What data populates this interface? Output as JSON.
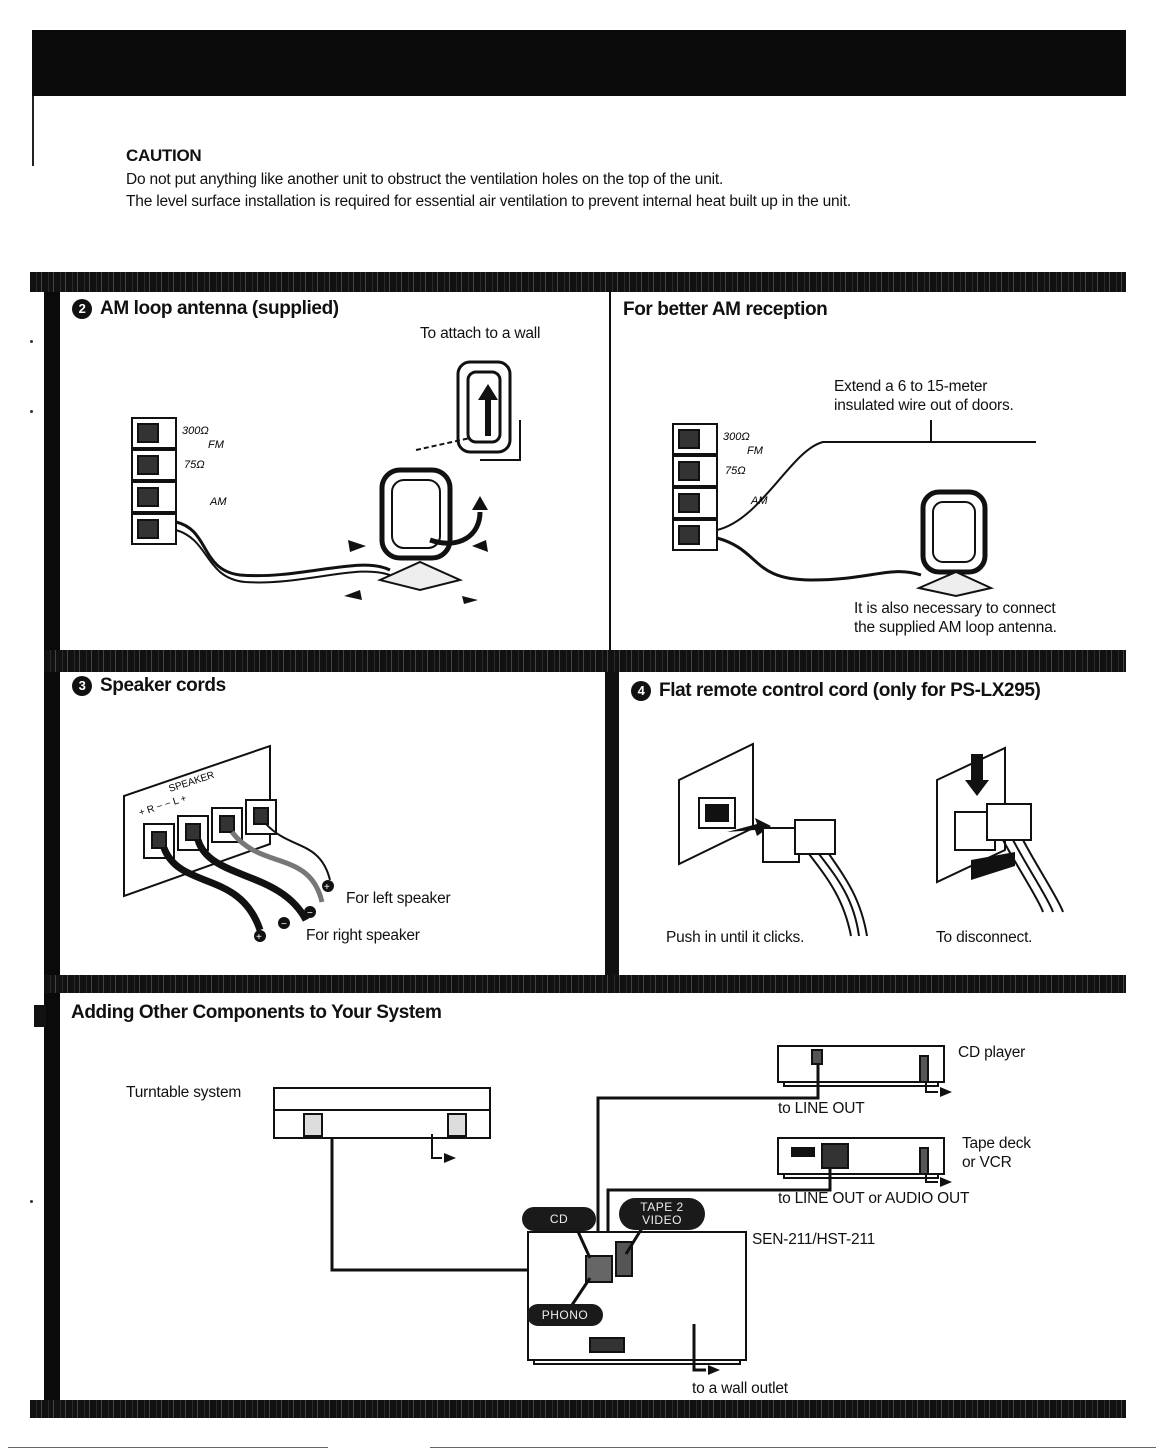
{
  "caution": {
    "title": "CAUTION",
    "line1": "Do not put anything like another unit to obstruct the ventilation holes on the top of the unit.",
    "line2": "The level surface installation is required for essential air ventilation to prevent internal heat built up in the unit."
  },
  "am_antenna": {
    "badge": "2",
    "title": "AM loop antenna (supplied)",
    "wall_label": "To attach to a wall",
    "term_300": "300Ω",
    "term_fm": "FM",
    "term_75": "75Ω",
    "term_am": "AM"
  },
  "am_reception": {
    "title": "For better AM reception",
    "note_line1": "Extend a 6 to 15-meter",
    "note_line2": "insulated wire out of doors.",
    "footer_line1": "It is also necessary to connect",
    "footer_line2": "the supplied AM loop antenna.",
    "term_300": "300Ω",
    "term_fm": "FM",
    "term_75": "75Ω",
    "term_am": "AM"
  },
  "speaker": {
    "badge": "3",
    "title": "Speaker cords",
    "panel_label": "SPEAKER",
    "polarity": "+ R −   − L +",
    "left_label": "For left speaker",
    "right_label": "For right speaker"
  },
  "remote": {
    "badge": "4",
    "title": "Flat remote control cord (only for PS-LX295)",
    "push_label": "Push in until it clicks.",
    "disconnect_label": "To disconnect."
  },
  "components": {
    "title": "Adding Other Components to Your System",
    "turntable": "Turntable system",
    "cd_player": "CD player",
    "to_line_out": "to LINE OUT",
    "tape_line1": "Tape deck",
    "tape_line2": "or VCR",
    "to_line_audio_out": "to LINE OUT or AUDIO OUT",
    "model": "SEN-211/HST-211",
    "wall_outlet": "to a wall outlet",
    "pill_cd": "CD",
    "pill_tape_line1": "TAPE 2",
    "pill_tape_line2": "VIDEO",
    "pill_phono": "PHONO"
  }
}
